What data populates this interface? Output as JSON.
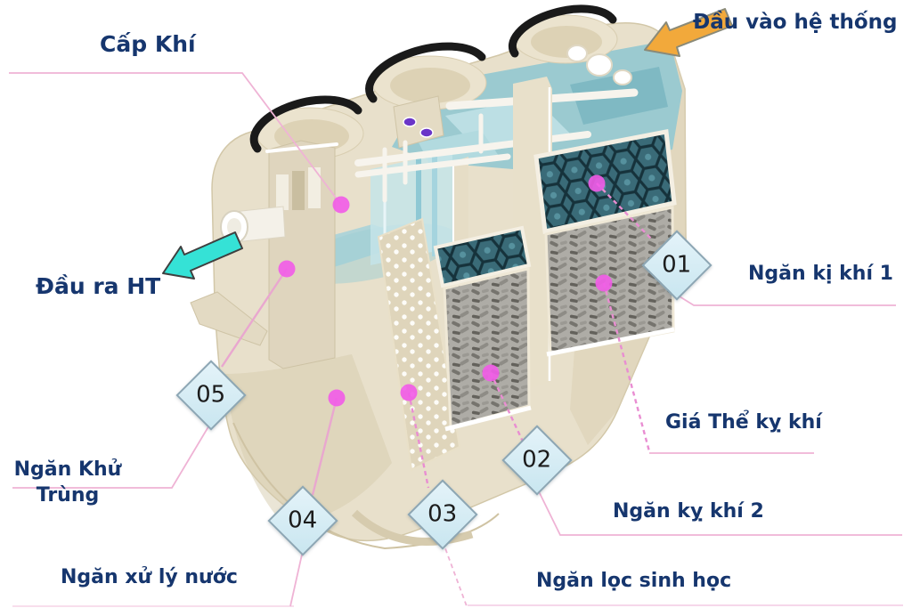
{
  "labels": {
    "air_supply": "Cấp Khí",
    "system_inlet": "Đầu vào hệ thống",
    "system_outlet": "Đầu ra  HT",
    "chamber_anaerobic_1": "Ngăn kị khí 1",
    "anaerobic_media": "Giá Thể kỵ khí",
    "chamber_anaerobic_2": "Ngăn kỵ khí 2",
    "chamber_bio_filter": "Ngăn lọc sinh học",
    "chamber_water_treatment": "Ngăn xử lý nước",
    "chamber_disinfection_line1": "Ngăn Khử",
    "chamber_disinfection_line2": "Trùng"
  },
  "markers": [
    {
      "number": "01"
    },
    {
      "number": "02"
    },
    {
      "number": "03"
    },
    {
      "number": "04"
    },
    {
      "number": "05"
    }
  ],
  "colors": {
    "label_text": "#16366E",
    "marker_fill": "#CFE8F2",
    "marker_border": "#8CA6B4",
    "inlet_arrow": "#F2A93B",
    "outlet_arrow": "#35E2D6",
    "tank_body": "#E8E0CB",
    "water_surface": "#9BCAD0",
    "leader_line": "#EFB3D5",
    "callout_dot": "#F25BE8",
    "manhole_rim": "#1A1A1A"
  }
}
